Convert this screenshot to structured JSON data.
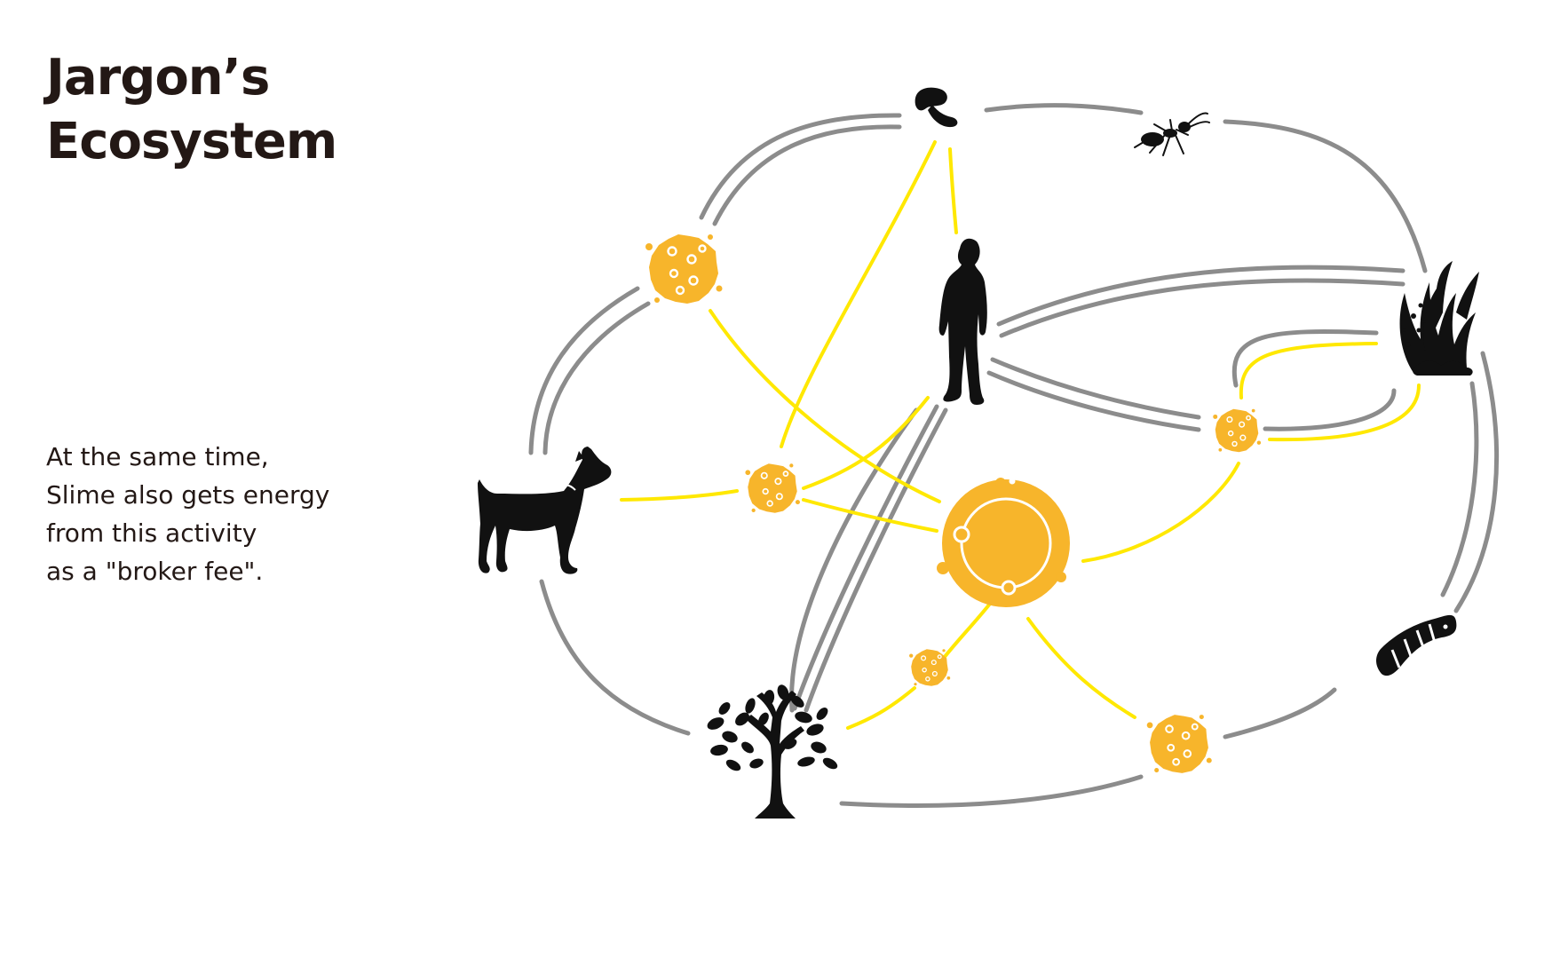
{
  "heading": {
    "line1": "Jargon’s",
    "line2": "Ecosystem"
  },
  "caption": {
    "lines": [
      "At the same time,",
      "Slime also gets energy",
      "from this activity",
      "as a \"broker fee\"."
    ]
  },
  "colors": {
    "text": "#231815",
    "slime": "#F7B52B",
    "energy_line": "#FFE800",
    "road_line": "#8C8C8C",
    "silhouette": "#111111"
  },
  "nodes": [
    {
      "id": "mushroom",
      "icon": "mushroom-icon"
    },
    {
      "id": "ant",
      "icon": "ant-icon"
    },
    {
      "id": "human",
      "icon": "human-icon"
    },
    {
      "id": "grass",
      "icon": "seaweed-grass-icon"
    },
    {
      "id": "dog",
      "icon": "dog-icon"
    },
    {
      "id": "slime-core",
      "icon": "slime-core-icon"
    },
    {
      "id": "tree",
      "icon": "tree-icon"
    },
    {
      "id": "caterpillar",
      "icon": "caterpillar-icon"
    },
    {
      "id": "slime-top-left",
      "icon": "slime-blob-icon"
    },
    {
      "id": "slime-mid-left",
      "icon": "slime-blob-icon"
    },
    {
      "id": "slime-right",
      "icon": "slime-blob-icon"
    },
    {
      "id": "slime-bottom-left",
      "icon": "slime-blob-icon"
    },
    {
      "id": "slime-bottom-right",
      "icon": "slime-blob-icon"
    }
  ],
  "edges": [
    {
      "from": "mushroom",
      "to": "ant",
      "kind": "grey-single"
    },
    {
      "from": "ant",
      "to": "grass",
      "kind": "grey-single"
    },
    {
      "from": "mushroom",
      "to": "slime-top-left",
      "kind": "grey-double"
    },
    {
      "from": "slime-top-left",
      "to": "dog",
      "kind": "grey-double"
    },
    {
      "from": "dog",
      "to": "tree",
      "kind": "grey-single"
    },
    {
      "from": "tree",
      "to": "slime-bottom-right",
      "kind": "grey-single"
    },
    {
      "from": "slime-bottom-right",
      "to": "caterpillar",
      "kind": "grey-single"
    },
    {
      "from": "caterpillar",
      "to": "grass",
      "kind": "grey-double"
    },
    {
      "from": "human",
      "to": "grass",
      "kind": "grey-double"
    },
    {
      "from": "human",
      "to": "slime-right",
      "kind": "grey-double"
    },
    {
      "from": "slime-right",
      "to": "grass",
      "kind": "grey-double"
    },
    {
      "from": "human",
      "to": "tree",
      "kind": "grey-double"
    },
    {
      "from": "mushroom",
      "to": "human",
      "kind": "yellow"
    },
    {
      "from": "mushroom",
      "to": "slime-mid-left",
      "kind": "yellow"
    },
    {
      "from": "slime-top-left",
      "to": "slime-core",
      "kind": "yellow"
    },
    {
      "from": "dog",
      "to": "slime-mid-left",
      "kind": "yellow"
    },
    {
      "from": "slime-mid-left",
      "to": "human",
      "kind": "yellow"
    },
    {
      "from": "slime-mid-left",
      "to": "slime-core",
      "kind": "yellow"
    },
    {
      "from": "slime-core",
      "to": "slime-right",
      "kind": "yellow"
    },
    {
      "from": "slime-right",
      "to": "grass",
      "kind": "yellow"
    },
    {
      "from": "slime-core",
      "to": "slime-bottom-left",
      "kind": "yellow"
    },
    {
      "from": "slime-bottom-left",
      "to": "tree",
      "kind": "yellow"
    },
    {
      "from": "slime-core",
      "to": "slime-bottom-right",
      "kind": "yellow"
    }
  ]
}
